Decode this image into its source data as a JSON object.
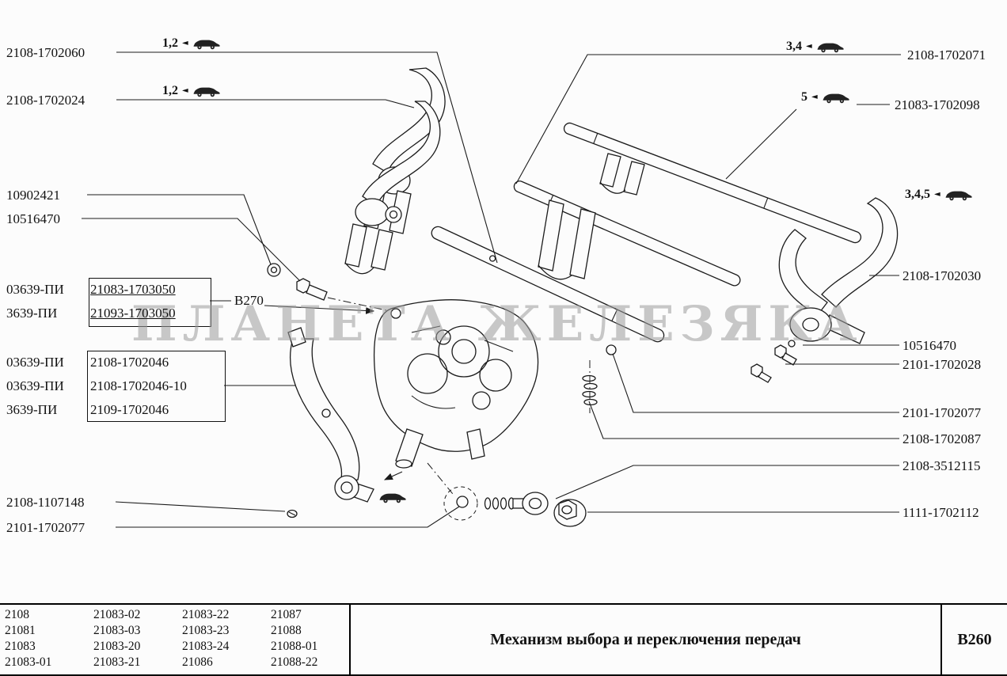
{
  "watermark": "ПЛАНЕТА ЖЕЛЕЗЯКА",
  "callout_b270": "В270",
  "badges": [
    {
      "text": "1,2"
    },
    {
      "text": "1,2"
    },
    {
      "text": "3,4"
    },
    {
      "text": "5"
    },
    {
      "text": "3,4,5"
    }
  ],
  "labels_left": [
    {
      "text": "2108-1702060"
    },
    {
      "text": "2108-1702024"
    },
    {
      "text": "10902421"
    },
    {
      "text": "10516470"
    },
    {
      "prefix": "03639-ПИ",
      "text": "21083-1703050"
    },
    {
      "prefix": "3639-ПИ",
      "text": "21093-1703050"
    },
    {
      "prefix": "03639-ПИ",
      "text": "2108-1702046"
    },
    {
      "prefix": "03639-ПИ",
      "text": "2108-1702046-10"
    },
    {
      "prefix": "3639-ПИ",
      "text": "2109-1702046"
    },
    {
      "text": "2108-1107148"
    },
    {
      "text": "2101-1702077"
    }
  ],
  "labels_right": [
    {
      "text": "2108-1702071"
    },
    {
      "text": "21083-1702098"
    },
    {
      "text": "2108-1702030"
    },
    {
      "text": "10516470"
    },
    {
      "text": "2101-1702028"
    },
    {
      "text": "2101-1702077"
    },
    {
      "text": "2108-1702087"
    },
    {
      "text": "2108-3512115"
    },
    {
      "text": "1111-1702112"
    }
  ],
  "table": {
    "rows": [
      [
        "2108",
        "21083-02",
        "21083-22",
        "21087"
      ],
      [
        "21081",
        "21083-03",
        "21083-23",
        "21088"
      ],
      [
        "21083",
        "21083-20",
        "21083-24",
        "21088-01"
      ],
      [
        "21083-01",
        "21083-21",
        "21086",
        "21088-22"
      ]
    ]
  },
  "title_block": {
    "title": "Механизм выбора и переключения передач",
    "code": "B260"
  }
}
